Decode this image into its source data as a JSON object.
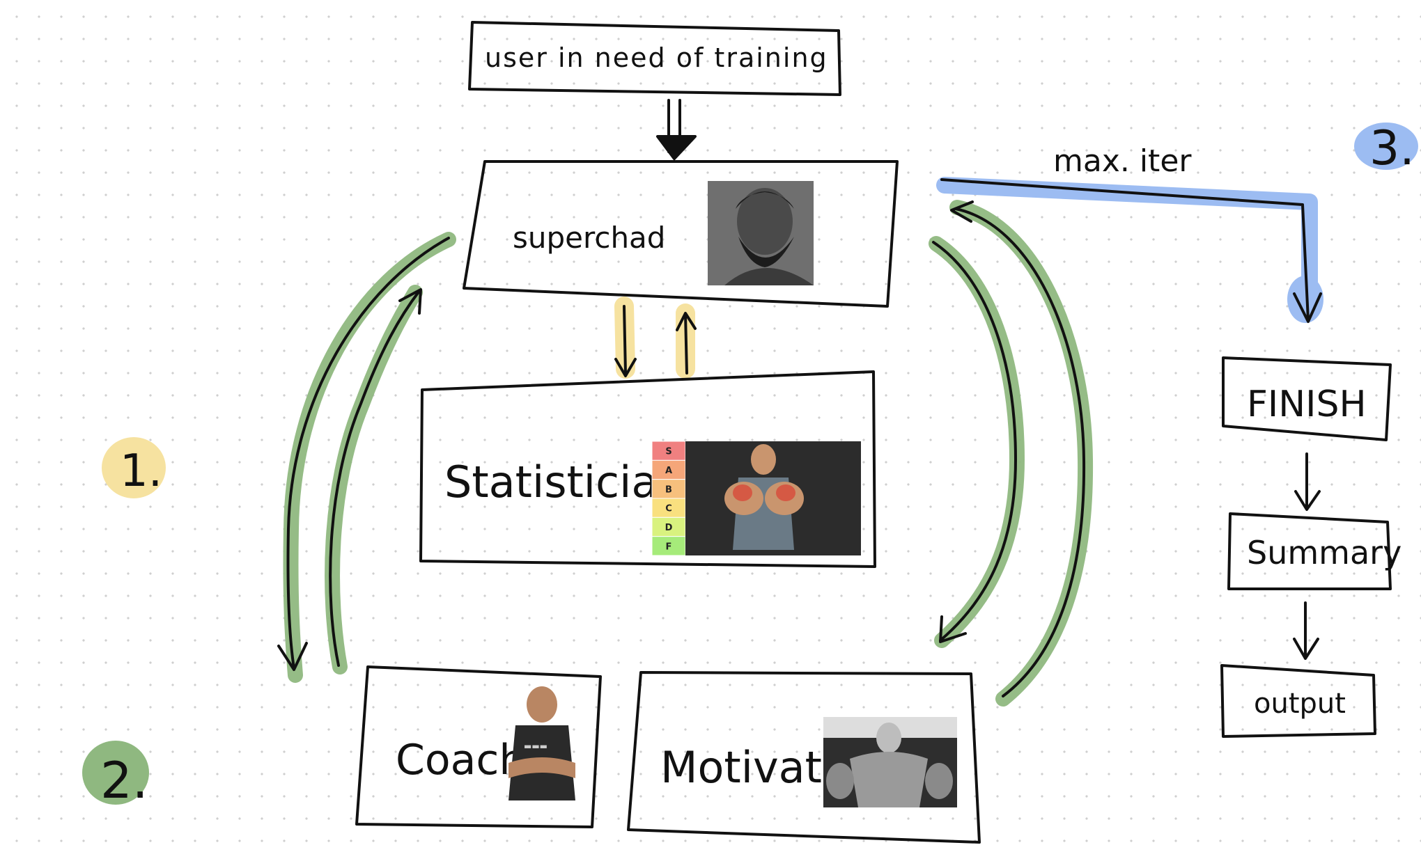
{
  "nodes": {
    "user": {
      "label": "user in need of training"
    },
    "superchad": {
      "label": "superchad"
    },
    "statistician": {
      "label": "Statistician"
    },
    "coach": {
      "label": "Coach"
    },
    "motivator": {
      "label": "Motivator"
    },
    "finish": {
      "label": "FINISH"
    },
    "summary": {
      "label": "Summary"
    },
    "output": {
      "label": "output"
    }
  },
  "edges": {
    "max_iter_label": "max. iter"
  },
  "step_markers": [
    {
      "label": "1.",
      "color": "#f6e2a0"
    },
    {
      "label": "2.",
      "color": "#8fb880"
    },
    {
      "label": "3.",
      "color": "#9cbcf2"
    }
  ],
  "tier_list": {
    "tiers": [
      {
        "label": "S",
        "color": "#f08080"
      },
      {
        "label": "A",
        "color": "#f5a679"
      },
      {
        "label": "B",
        "color": "#f7c07d"
      },
      {
        "label": "C",
        "color": "#f9e07f"
      },
      {
        "label": "D",
        "color": "#d9f27f"
      },
      {
        "label": "F",
        "color": "#a6eb7a"
      }
    ]
  },
  "colors": {
    "ink": "#111111",
    "highlight_green": "#8fb880",
    "highlight_yellow": "#f6e2a0",
    "highlight_blue": "#9cbcf2"
  }
}
